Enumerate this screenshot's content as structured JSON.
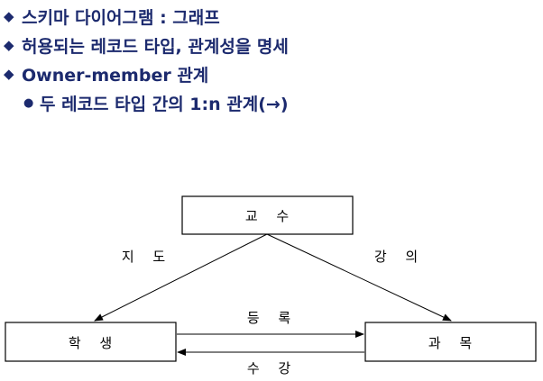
{
  "bullets": [
    {
      "marker": "◆",
      "text": "스키마 다이어그램 : 그래프"
    },
    {
      "marker": "◆",
      "text": "허용되는 레코드 타입, 관계성을 명세"
    },
    {
      "marker": "◆",
      "text": "Owner-member 관계"
    },
    {
      "marker": "●",
      "text": "두 레코드 타입 간의 1:n 관계(→)"
    }
  ],
  "diagram": {
    "nodes": {
      "professor": "교 수",
      "student": "학 생",
      "course": "과 목"
    },
    "edges": {
      "advise": "지 도",
      "lecture": "강 의",
      "enroll": "등 록",
      "take": "수 강"
    }
  },
  "colors": {
    "bullet_text": "#1c2a6e",
    "line": "#000000"
  }
}
